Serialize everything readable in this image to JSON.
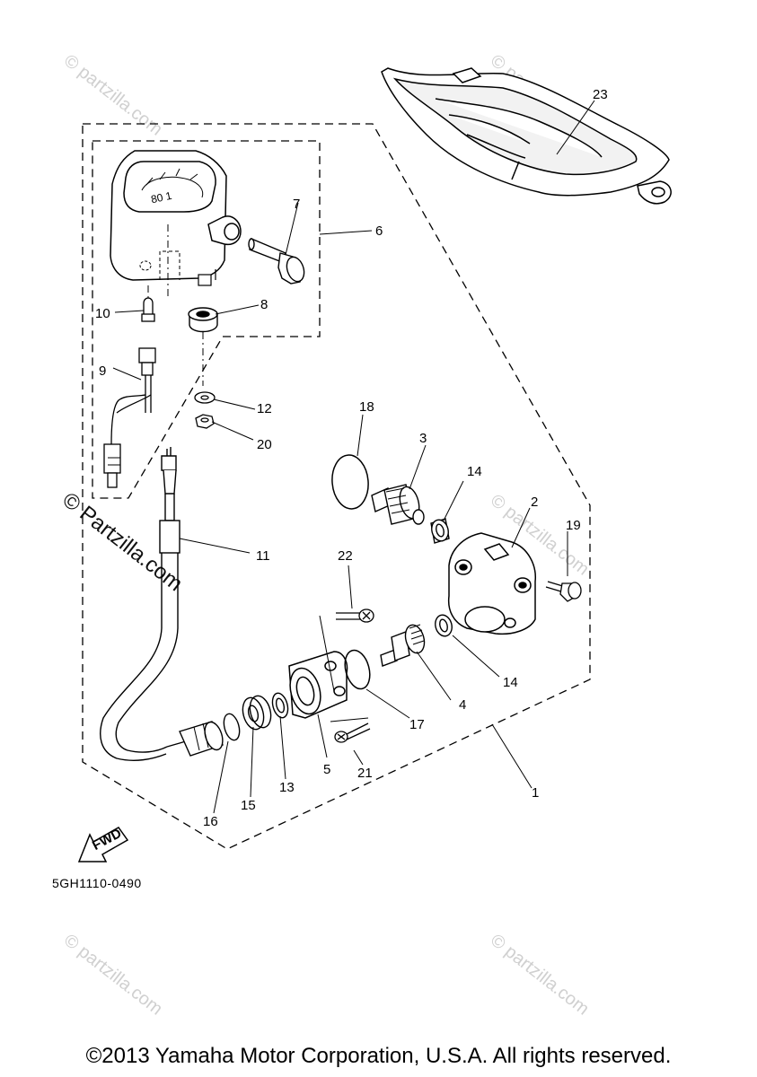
{
  "diagram": {
    "part_code": "5GH1110-0490",
    "copyright": "©2013 Yamaha Motor Corporation, U.S.A. All rights reserved.",
    "fwd_label": "FWD",
    "watermark": "© Partzilla.com",
    "watermark_small": "© partzilla.com",
    "callouts": {
      "c1": "1",
      "c2": "2",
      "c3": "3",
      "c4": "4",
      "c5": "5",
      "c6": "6",
      "c7": "7",
      "c8": "8",
      "c9": "9",
      "c10": "10",
      "c11": "11",
      "c12": "12",
      "c13": "13",
      "c14a": "14",
      "c14b": "14",
      "c15": "15",
      "c16": "16",
      "c17": "17",
      "c18": "18",
      "c19": "19",
      "c20": "20",
      "c21": "21",
      "c22": "22",
      "c23": "23"
    }
  }
}
